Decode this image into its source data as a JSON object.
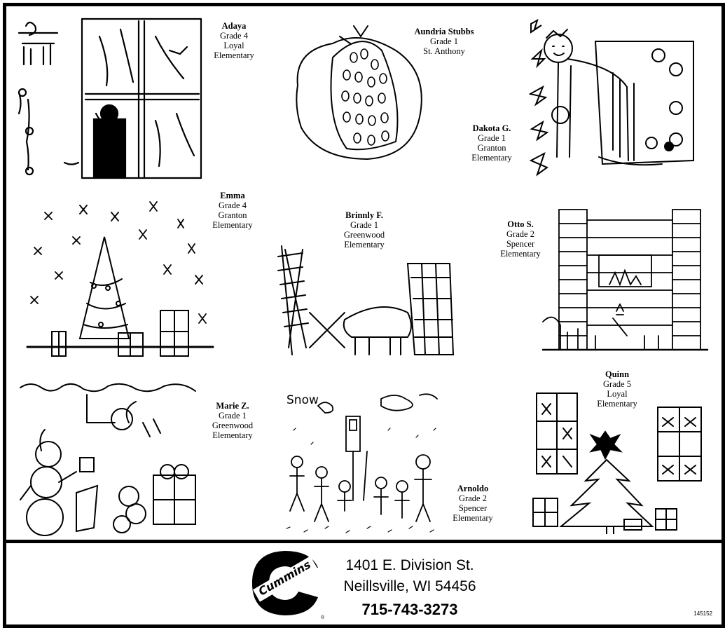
{
  "artists": [
    {
      "name": "Adaya",
      "grade": "Grade 4",
      "school_line1": "Loyal",
      "school_line2": "Elementary"
    },
    {
      "name": "Aundria Stubbs",
      "grade": "Grade 1",
      "school_line1": "St. Anthony",
      "school_line2": ""
    },
    {
      "name": "Dakota G.",
      "grade": "Grade 1",
      "school_line1": "Granton",
      "school_line2": "Elementary"
    },
    {
      "name": "Emma",
      "grade": "Grade 4",
      "school_line1": "Granton",
      "school_line2": "Elementary"
    },
    {
      "name": "Brinnly F.",
      "grade": "Grade 1",
      "school_line1": "Greenwood",
      "school_line2": "Elementary"
    },
    {
      "name": "Otto S.",
      "grade": "Grade 2",
      "school_line1": "Spencer",
      "school_line2": "Elementary"
    },
    {
      "name": "Marie Z.",
      "grade": "Grade 1",
      "school_line1": "Greenwood",
      "school_line2": "Elementary"
    },
    {
      "name": "Arnoldo",
      "grade": "Grade 2",
      "school_line1": "Spencer",
      "school_line2": "Elementary"
    },
    {
      "name": "Quinn",
      "grade": "Grade 5",
      "school_line1": "Loyal",
      "school_line2": "Elementary"
    }
  ],
  "drawing_text": {
    "snow_word": "Snow"
  },
  "footer": {
    "brand": "Cummins",
    "registered_mark": "®",
    "address_line1": "1401 E. Division St.",
    "address_line2": "Neillsville, WI 54456",
    "phone": "715-743-3273",
    "code": "145152"
  },
  "colors": {
    "ink": "#000000",
    "paper": "#ffffff"
  }
}
